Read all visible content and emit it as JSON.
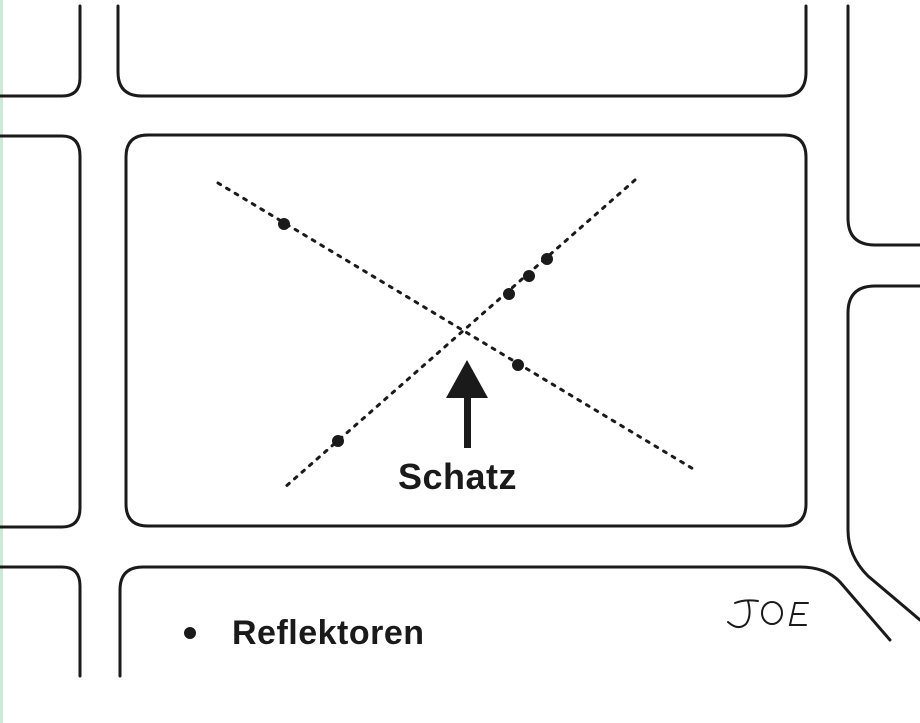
{
  "map": {
    "treasure_label": "Schatz",
    "legend_label": "Reflektoren",
    "signature": "JOE",
    "colors": {
      "ink": "#1a1a1a",
      "paper": "#ffffff",
      "edge": "#cfe8d8"
    }
  }
}
